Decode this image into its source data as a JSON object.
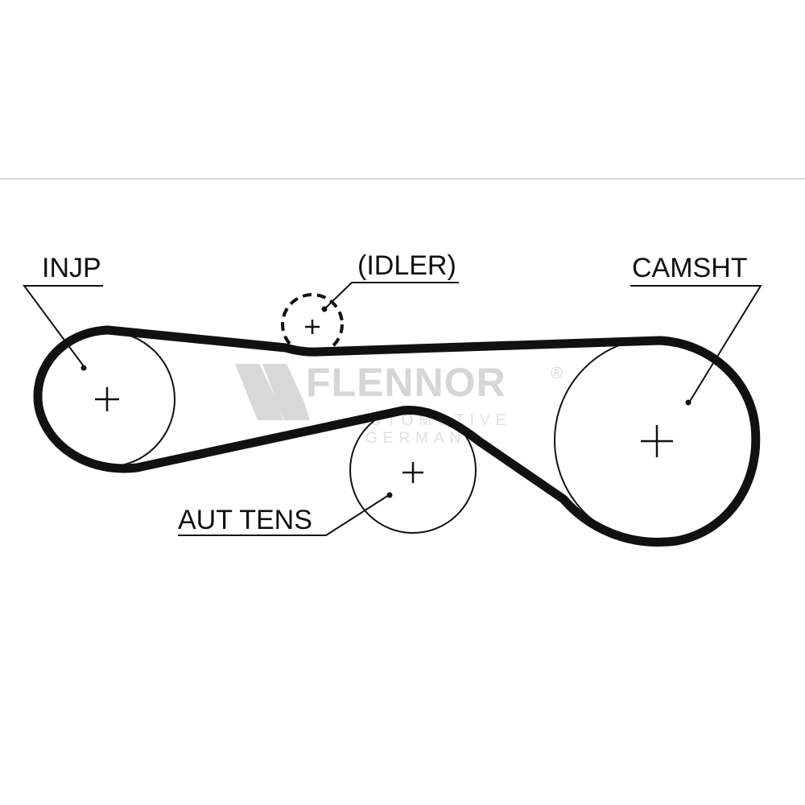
{
  "labels": {
    "injp": "INJP",
    "idler": "(IDLER)",
    "camsht": "CAMSHT",
    "aut_tens": "AUT TENS"
  },
  "watermark": {
    "brand": "FLENNOR",
    "registered": "®",
    "line1": "AUTOMOTIVE",
    "line2": "GERMANY"
  },
  "colors": {
    "belt": "#111111",
    "line": "#111111",
    "watermark": "#d6d6d6",
    "top_rule": "#cfd6e0"
  }
}
